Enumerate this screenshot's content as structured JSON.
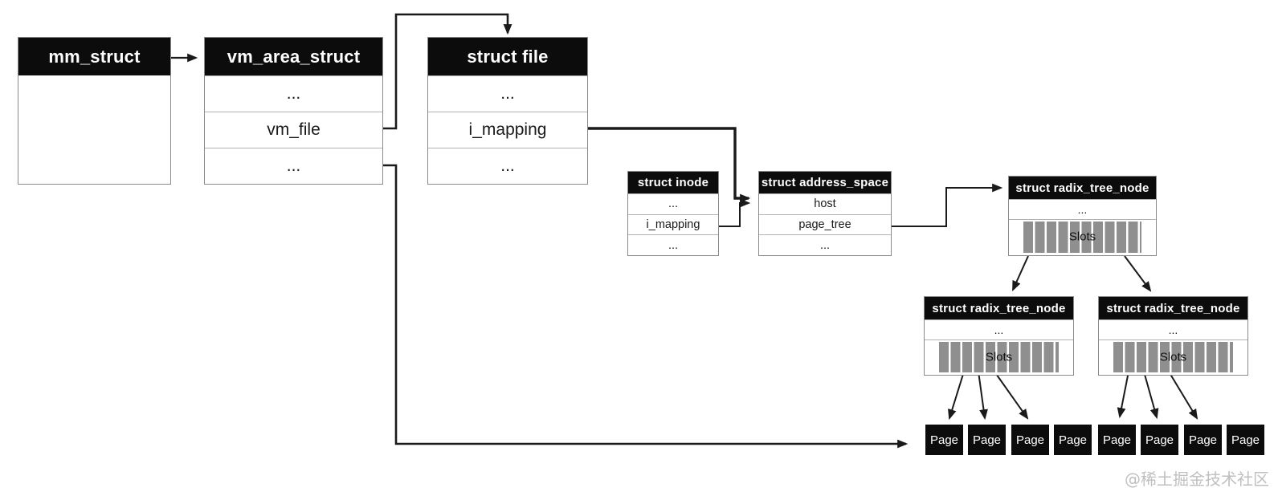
{
  "boxes": {
    "mm_struct": {
      "title": "mm_struct"
    },
    "vm_area_struct": {
      "title": "vm_area_struct",
      "rows": [
        "...",
        "vm_file",
        "..."
      ]
    },
    "struct_file": {
      "title": "struct file",
      "rows": [
        "...",
        "i_mapping",
        "..."
      ]
    },
    "struct_inode": {
      "title": "struct inode",
      "rows": [
        "...",
        "i_mapping",
        "..."
      ]
    },
    "address_space": {
      "title": "struct address_space",
      "rows": [
        "host",
        "page_tree",
        "..."
      ]
    },
    "radix_root": {
      "title": "struct radix_tree_node",
      "dots": "...",
      "slots_label": "Slots"
    },
    "radix_left": {
      "title": "struct radix_tree_node",
      "dots": "...",
      "slots_label": "Slots"
    },
    "radix_right": {
      "title": "struct radix_tree_node",
      "dots": "...",
      "slots_label": "Slots"
    }
  },
  "pages": {
    "labels": [
      "Page",
      "Page",
      "Page",
      "Page",
      "Page",
      "Page",
      "Page",
      "Page"
    ]
  },
  "watermark": {
    "text": "@稀土掘金技术社区"
  },
  "colors": {
    "header_bg": "#0c0c0c",
    "header_text": "#ffffff",
    "slot_bar": "#8f8f8f",
    "line": "#1a1a1a",
    "box_border": "#8a8a8a",
    "watermark": "#bfbfbf"
  }
}
